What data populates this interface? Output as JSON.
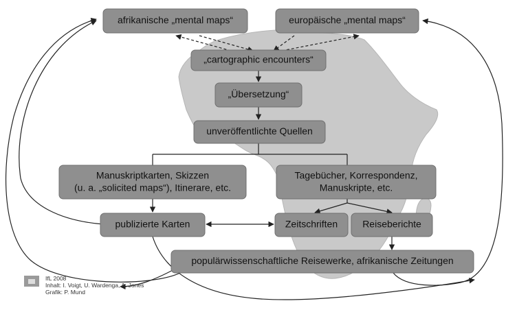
{
  "nodes": {
    "afrikanische_mental_maps": "afrikanische „menta­l maps“",
    "europaeische_mental_maps": "europäische „menta­l maps“",
    "cartographic_encounters": "„cartographic encounters“",
    "uebersetzung": "„Übersetzung“",
    "unveroeffentlichte_quellen": "unveröffentlichte Quellen",
    "manuskriptkarten": {
      "line1": "Manuskriptkarten, Skizzen",
      "line2": "(u. a. „solicited maps“), Itinerare, etc."
    },
    "tagebuecher": {
      "line1": "Tagebücher, Korrespondenz,",
      "line2": "Manuskripte, etc."
    },
    "publizierte_karten": "publizierte Karten",
    "zeitschriften": "Zeitschriften",
    "reiseberichte": "Reiseberichte",
    "populaerwissenschaftliche": "populärwissenschaftliche Reisewerke, afrikanische Zeitungen"
  },
  "credits": {
    "line1": "IfL 2008",
    "line2": "Inhalt: I. Voigt, U. Wardenga, A. Jones",
    "line3": "Grafik: P. Mund"
  }
}
